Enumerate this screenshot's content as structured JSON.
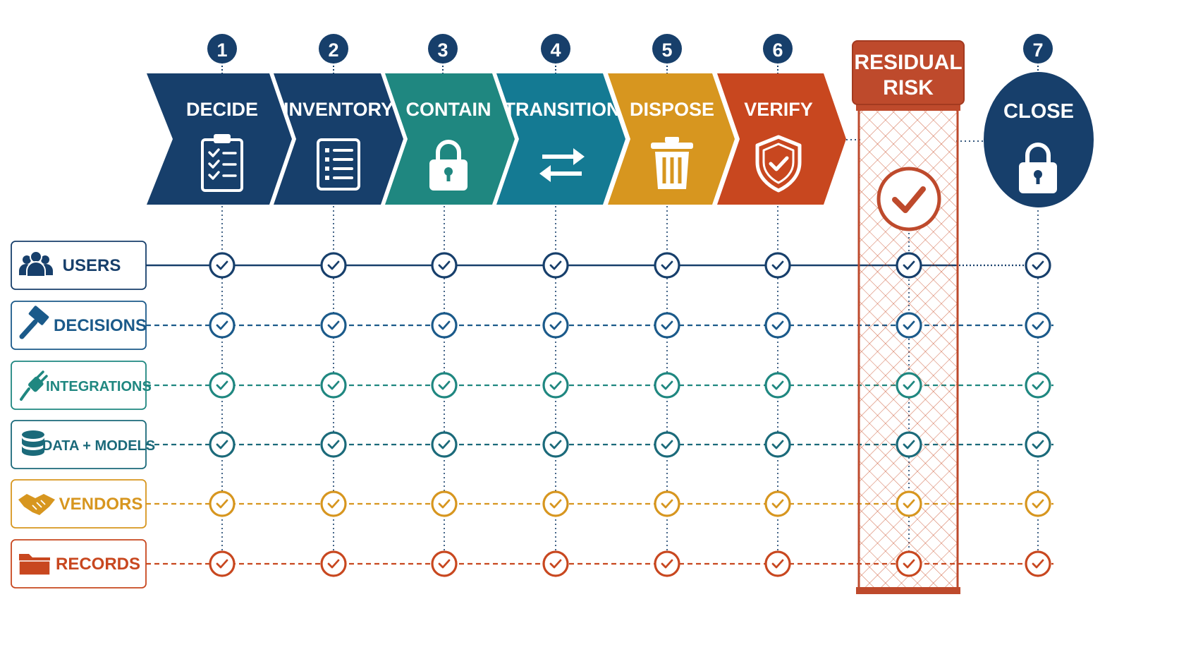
{
  "colors": {
    "navy": "#173F6B",
    "navy_dark": "#11365C",
    "teal": "#1F8780",
    "blue_teal": "#147A93",
    "gold": "#D7961F",
    "orange": "#C8471F",
    "rust": "#BE4A2C",
    "white": "#FFFFFF"
  },
  "steps": [
    {
      "number": "1",
      "label": "DECIDE",
      "icon": "clipboard-checklist-icon",
      "color": "#173F6B"
    },
    {
      "number": "2",
      "label": "INVENTORY",
      "icon": "list-document-icon",
      "color": "#173F6B"
    },
    {
      "number": "3",
      "label": "CONTAIN",
      "icon": "padlock-icon",
      "color": "#1F8780"
    },
    {
      "number": "4",
      "label": "TRANSITION",
      "icon": "swap-arrows-icon",
      "color": "#147A93"
    },
    {
      "number": "5",
      "label": "DISPOSE",
      "icon": "trash-bin-icon",
      "color": "#D7961F"
    },
    {
      "number": "6",
      "label": "VERIFY",
      "icon": "shield-check-icon",
      "color": "#C8471F"
    }
  ],
  "residual_risk": {
    "label_line1": "RESIDUAL",
    "label_line2": "RISK",
    "icon": "check-circle-icon",
    "color": "#BE4A2C"
  },
  "close": {
    "number": "7",
    "label": "CLOSE",
    "icon": "padlock-icon",
    "color": "#173F6B"
  },
  "rows": [
    {
      "label": "USERS",
      "icon": "users-group-icon",
      "color": "#173F6B",
      "line": "solid"
    },
    {
      "label": "DECISIONS",
      "icon": "gavel-icon",
      "color": "#1B5A8A",
      "line": "dashed"
    },
    {
      "label": "INTEGRATIONS",
      "icon": "plug-icon",
      "color": "#1F8780",
      "line": "dashed"
    },
    {
      "label": "DATA + MODELS",
      "icon": "database-icon",
      "color": "#1B6A7A",
      "line": "dashed"
    },
    {
      "label": "VENDORS",
      "icon": "handshake-icon",
      "color": "#D7961F",
      "line": "dashed"
    },
    {
      "label": "RECORDS",
      "icon": "folder-icon",
      "color": "#C8471F",
      "line": "dashed"
    }
  ]
}
